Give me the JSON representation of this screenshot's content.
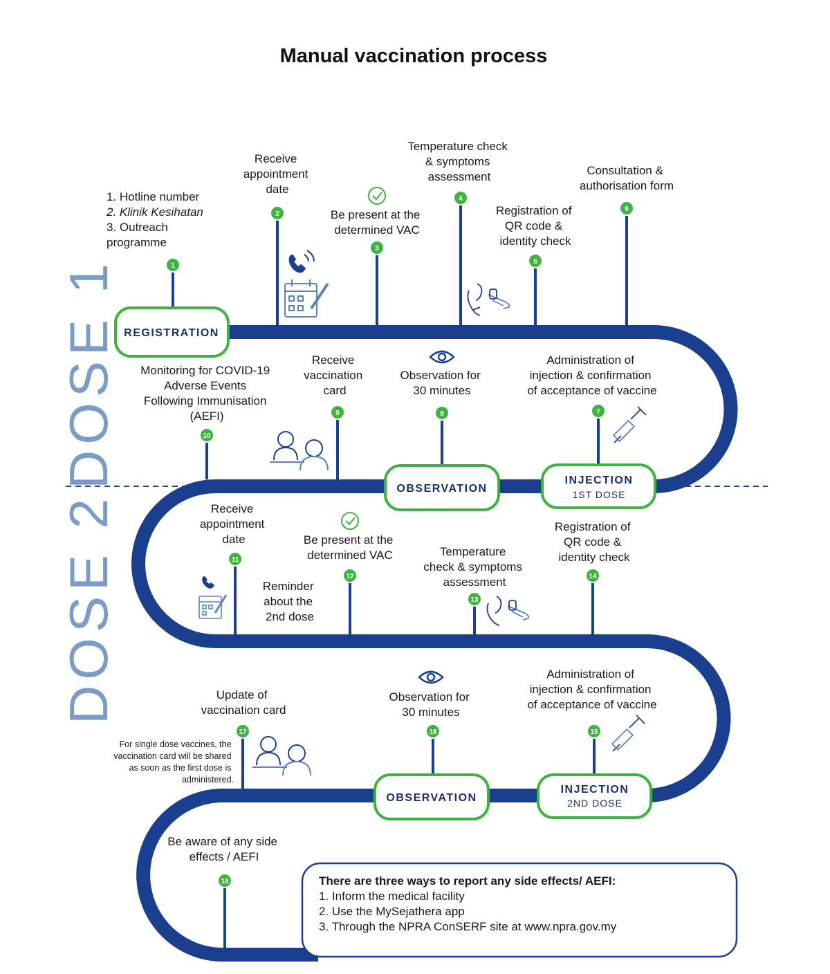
{
  "title": "Manual vaccination process",
  "dose_labels": {
    "dose1": "DOSE 1",
    "dose2": "DOSE 2"
  },
  "stages": {
    "registration": "REGISTRATION",
    "observation_1": "OBSERVATION",
    "injection_1": "INJECTION",
    "injection_1_sub": "1ST DOSE",
    "observation_2": "OBSERVATION",
    "injection_2": "INJECTION",
    "injection_2_sub": "2ND DOSE"
  },
  "steps": [
    {
      "num": "1",
      "lines": [
        "1. Hotline number",
        "2. Klinik Kesihatan",
        "3. Outreach",
        "programme"
      ]
    },
    {
      "num": "2",
      "lines": [
        "Receive",
        "appointment",
        "date"
      ]
    },
    {
      "num": "3",
      "lines": [
        "Be present at the",
        "determined VAC"
      ]
    },
    {
      "num": "4",
      "lines": [
        "Temperature check",
        "& symptoms",
        "assessment"
      ]
    },
    {
      "num": "5",
      "lines": [
        "Registration of",
        "QR code &",
        "identity check"
      ]
    },
    {
      "num": "6",
      "lines": [
        "Consultation &",
        "authorisation form"
      ]
    },
    {
      "num": "7",
      "lines": [
        "Administration of",
        "injection & confirmation",
        "of acceptance of vaccine"
      ]
    },
    {
      "num": "8",
      "lines": [
        "Observation for",
        "30 minutes"
      ]
    },
    {
      "num": "9",
      "lines": [
        "Receive",
        "vaccination",
        "card"
      ]
    },
    {
      "num": "10",
      "lines": [
        "Monitoring for COVID-19",
        "Adverse Events",
        "Following Immunisation",
        "(AEFI)"
      ]
    },
    {
      "num": "11",
      "lines": [
        "Receive",
        "appointment",
        "date"
      ]
    },
    {
      "num": "12",
      "lines": [
        "Be present at the",
        "determined VAC"
      ]
    },
    {
      "num": "13",
      "lines": [
        "Temperature",
        "check & symptoms",
        "assessment"
      ]
    },
    {
      "num": "14",
      "lines": [
        "Registration of",
        "QR code &",
        "identity check"
      ]
    },
    {
      "num": "15",
      "lines": [
        "Administration of",
        "injection & confirmation",
        "of acceptance of vaccine"
      ]
    },
    {
      "num": "16",
      "lines": [
        "Observation for",
        "30 minutes"
      ]
    },
    {
      "num": "17",
      "lines": [
        "Update of",
        "vaccination card"
      ]
    },
    {
      "num": "18",
      "lines": [
        "Be aware of any side",
        "effects / AEFI"
      ]
    }
  ],
  "reminder_lines": [
    "Reminder",
    "about the",
    "2nd dose"
  ],
  "single_dose_note": [
    "For single dose vaccines, the",
    "vaccination card will be shared",
    "as soon as the first dose is",
    "administered."
  ],
  "report_box": {
    "title": "There are three ways to report any side effects/ AEFI:",
    "items": [
      "1.  Inform the medical facility",
      "2. Use the MySejathera app",
      "3. Through the NPRA ConSERF site at www.npra.gov.my"
    ]
  },
  "colors": {
    "road": "#1b3f8f",
    "accent_green": "#3fb33f",
    "dose_blue": "#7a9cc7",
    "dark_navy": "#1b2f6e"
  },
  "icons": [
    "check-circle-icon",
    "phone-calendar-icon",
    "hand-thermometer-icon",
    "eye-icon",
    "syringe-icon",
    "doctor-patient-icon"
  ]
}
